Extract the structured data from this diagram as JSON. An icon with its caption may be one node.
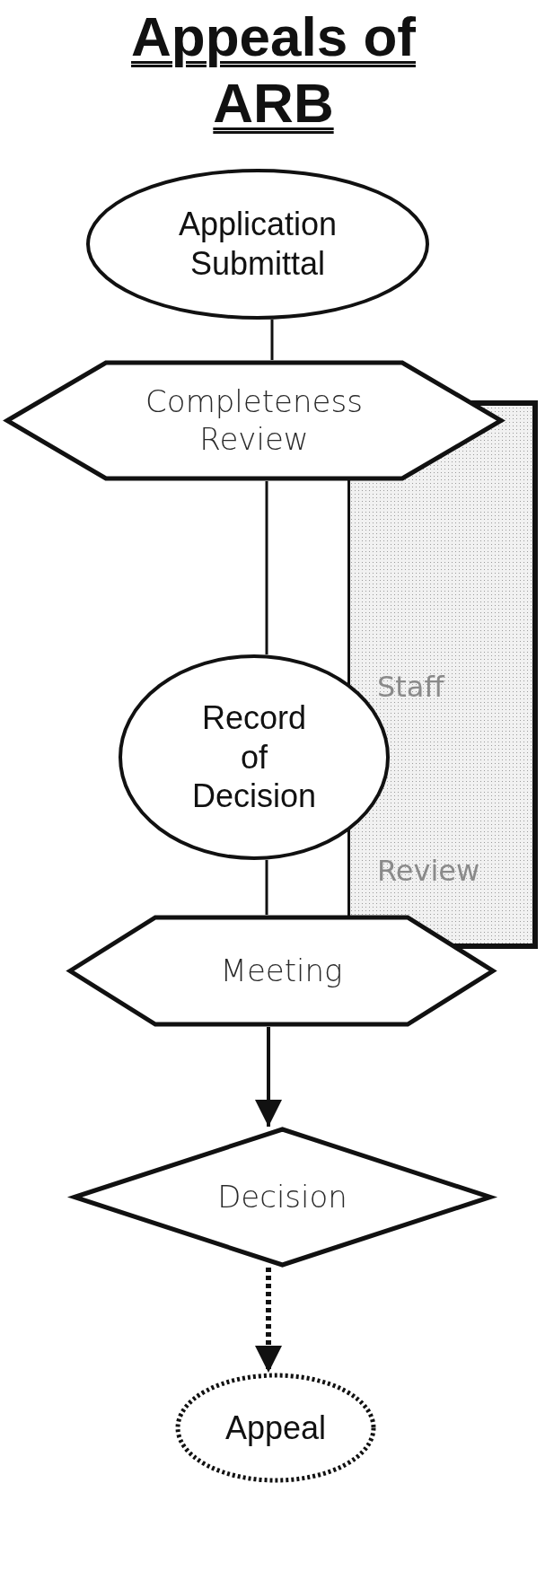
{
  "diagram": {
    "title": "Appeals of ARB",
    "nodes": [
      {
        "text": [
          "Application Submittal"
        ]
      },
      {
        "text": [
          "Completeness Review"
        ]
      },
      {
        "text": [
          "Staff",
          "Review"
        ]
      },
      {
        "text": [
          "Record of Decision"
        ]
      },
      {
        "text": [
          "Meeting"
        ]
      },
      {
        "text": [
          "Decision"
        ]
      },
      {
        "text": [
          "Appeal"
        ]
      }
    ],
    "edges": [
      {
        "from": 0,
        "to": 1,
        "arrow": "none"
      },
      {
        "from": 1,
        "to": 3,
        "arrow": "none"
      },
      {
        "from": 3,
        "to": 4,
        "arrow": "none"
      },
      {
        "from": 4,
        "to": 5,
        "arrow": "to"
      },
      {
        "from": 5,
        "to": 6,
        "arrow": "to",
        "style": "dashed"
      }
    ]
  }
}
